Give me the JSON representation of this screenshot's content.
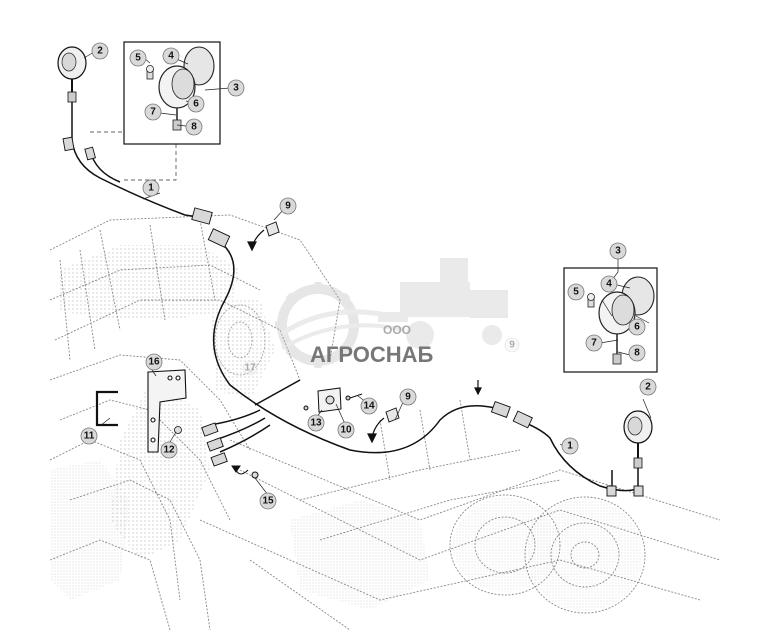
{
  "diagram": {
    "callouts": [
      "1",
      "2",
      "3",
      "4",
      "5",
      "6",
      "7",
      "8",
      "9",
      "10",
      "11",
      "12",
      "13",
      "14",
      "15",
      "16",
      "17"
    ],
    "watermark": {
      "small_text": "ООО",
      "main_text": "АГРОСНАБ"
    }
  }
}
